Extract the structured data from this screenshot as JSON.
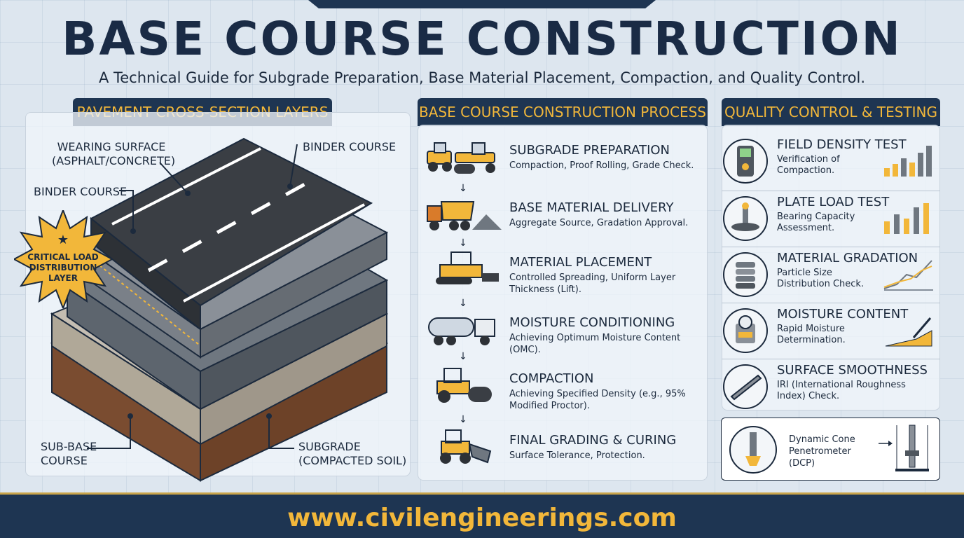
{
  "title": "BASE COURSE CONSTRUCTION",
  "subtitle": "A Technical Guide for Subgrade Preparation, Base Material Placement, Compaction, and Quality Control.",
  "sections": {
    "layers": "PAVEMENT CROSS-SECTION LAYERS",
    "process": "BASE COURSE CONSTRUCTION PROCESS",
    "quality": "QUALITY CONTROL & TESTING"
  },
  "layers": {
    "wearing_surface": "WEARING SURFACE\n(ASPHALT/CONCRETE)",
    "binder_course_right": "BINDER COURSE",
    "binder_course_left": "BINDER COURSE",
    "critical": "CRITICAL LOAD\nDISTRIBUTION\nLAYER",
    "sub_base": "SUB-BASE\nCOURSE",
    "subgrade": "SUBGRADE\n(COMPACTED SOIL)"
  },
  "steps": [
    {
      "title": "SUBGRADE PREPARATION",
      "desc": "Compaction, Proof Rolling, Grade Check.",
      "icon": "grader-roller-icon"
    },
    {
      "title": "BASE MATERIAL DELIVERY",
      "desc": "Aggregate Source, Gradation Approval.",
      "icon": "dump-truck-icon"
    },
    {
      "title": "MATERIAL PLACEMENT",
      "desc": "Controlled Spreading, Uniform Layer Thickness (Lift).",
      "icon": "paver-icon"
    },
    {
      "title": "MOISTURE CONDITIONING",
      "desc": "Achieving Optimum Moisture Content (OMC).",
      "icon": "water-truck-icon"
    },
    {
      "title": "COMPACTION",
      "desc": "Achieving Specified Density (e.g., 95% Modified Proctor).",
      "icon": "roller-icon"
    },
    {
      "title": "FINAL GRADING & CURING",
      "desc": "Surface Tolerance, Protection.",
      "icon": "loader-icon"
    }
  ],
  "quality": [
    {
      "title": "FIELD DENSITY TEST",
      "desc": "Verification of Compaction.",
      "icon": "density-gauge-icon"
    },
    {
      "title": "PLATE LOAD TEST",
      "desc": "Bearing Capacity Assessment.",
      "icon": "plate-load-icon"
    },
    {
      "title": "MATERIAL GRADATION",
      "desc": "Particle Size Distribution Check.",
      "icon": "sieve-stack-icon"
    },
    {
      "title": "MOISTURE CONTENT",
      "desc": "Rapid Moisture Determination.",
      "icon": "moisture-meter-icon"
    },
    {
      "title": "SURFACE SMOOTHNESS",
      "desc": "IRI (International Roughness Index) Check.",
      "icon": "straightedge-icon"
    }
  ],
  "dcp": "Dynamic Cone Penetrometer (DCP)",
  "footer": "www.civilengineerings.com",
  "colors": {
    "navy": "#1e3552",
    "gold": "#f2b73a",
    "asphalt": "#3a3e44",
    "soil": "#8a5a3a"
  }
}
